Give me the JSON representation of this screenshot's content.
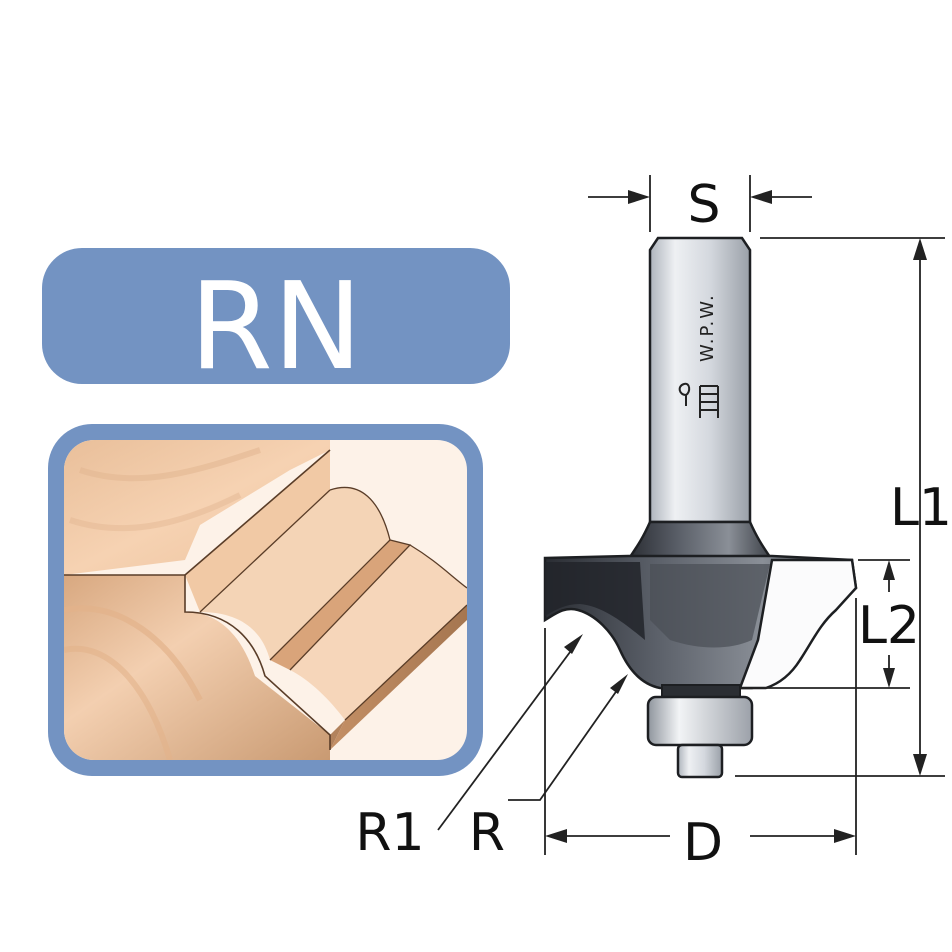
{
  "product": {
    "code": "RN",
    "brand": "W.P.W."
  },
  "dimensions": {
    "shank_diameter": "S",
    "overall_length": "L1",
    "cutting_length": "L2",
    "radius_1": "R1",
    "radius": "R",
    "cutting_diameter": "D"
  },
  "colors": {
    "badge_blue": "#7393c2",
    "frame_blue": "#7393c2",
    "wood_light": "#f7d3b4",
    "wood_mid": "#e8b88f",
    "wood_dark": "#b98e6a",
    "carbide_dark": "#2b2f36",
    "shank_steel": "#d9dde3"
  },
  "icons": {
    "logo": "wpw-logo-icon"
  }
}
